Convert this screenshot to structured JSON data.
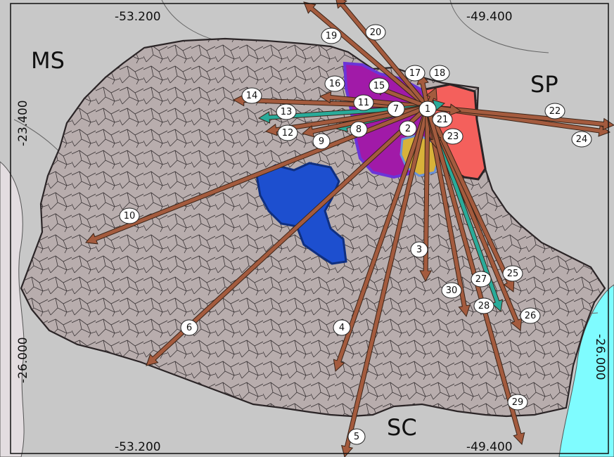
{
  "frame": {
    "top_left": "-53.200",
    "top_right": "-49.400",
    "bottom_left": "-53.200",
    "bottom_right": "-49.400",
    "left_upper": "-23.400",
    "left_lower": "-26.000",
    "right_lower": "-26.000"
  },
  "states": {
    "ms": "MS",
    "sp": "SP",
    "sc": "SC"
  },
  "colors": {
    "land": "#b8adad",
    "neighbor": "#c8c8c8",
    "foreign": "#e3dde0",
    "sea": "#7ffcff",
    "arrow_brown": "#a45b3e",
    "arrow_teal": "#2aab9a",
    "region_blue": "#1d4fcf",
    "region_purple": "#a11aa8",
    "region_red": "#f4605c",
    "region_yellow": "#d8b23a"
  },
  "badges": [
    {
      "label": "1"
    },
    {
      "label": "2"
    },
    {
      "label": "3"
    },
    {
      "label": "4"
    },
    {
      "label": "5"
    },
    {
      "label": "6"
    },
    {
      "label": "7"
    },
    {
      "label": "8"
    },
    {
      "label": "9"
    },
    {
      "label": "10"
    },
    {
      "label": "11"
    },
    {
      "label": "12"
    },
    {
      "label": "13"
    },
    {
      "label": "14"
    },
    {
      "label": "15"
    },
    {
      "label": "16"
    },
    {
      "label": "17"
    },
    {
      "label": "18"
    },
    {
      "label": "19"
    },
    {
      "label": "20"
    },
    {
      "label": "21"
    },
    {
      "label": "22"
    },
    {
      "label": "23"
    },
    {
      "label": "24"
    },
    {
      "label": "25"
    },
    {
      "label": "26"
    },
    {
      "label": "27"
    },
    {
      "label": "28"
    },
    {
      "label": "29"
    },
    {
      "label": "30"
    }
  ]
}
